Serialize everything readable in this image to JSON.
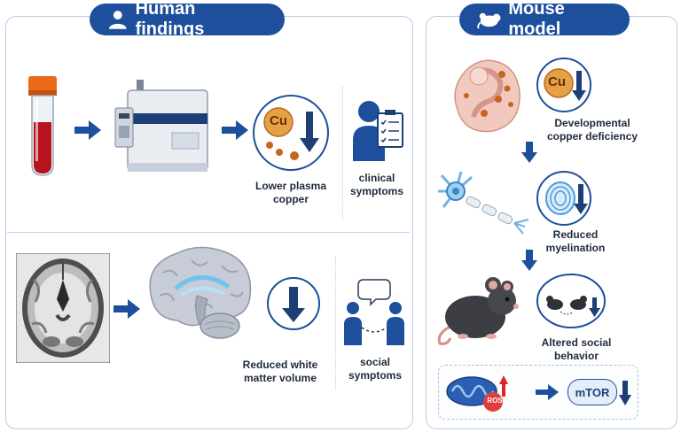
{
  "left_panel": {
    "title": "Human findings",
    "icon": "person-icon",
    "row1": {
      "copper_symbol": "Cu",
      "plasma_label_1": "Lower plasma",
      "plasma_label_2": "copper",
      "clinical_label_1": "clinical",
      "clinical_label_2": "symptoms"
    },
    "row2": {
      "wm_label_1": "Reduced white",
      "wm_label_2": "matter volume",
      "social_label_1": "social",
      "social_label_2": "symptoms"
    }
  },
  "right_panel": {
    "title": "Mouse model",
    "icon": "mouse-icon",
    "copper_symbol": "Cu",
    "dev_label_1": "Developmental",
    "dev_label_2": "copper deficiency",
    "myelin_label_1": "Reduced",
    "myelin_label_2": "myelination",
    "social_label_1": "Altered social",
    "social_label_2": "behavior",
    "ros_label": "ROS",
    "mtor_label": "mTOR"
  },
  "colors": {
    "accent": "#1d4f9c",
    "panel_border": "#b9cde6",
    "copper": "#c8641c",
    "up_arrow": "#e02424"
  }
}
